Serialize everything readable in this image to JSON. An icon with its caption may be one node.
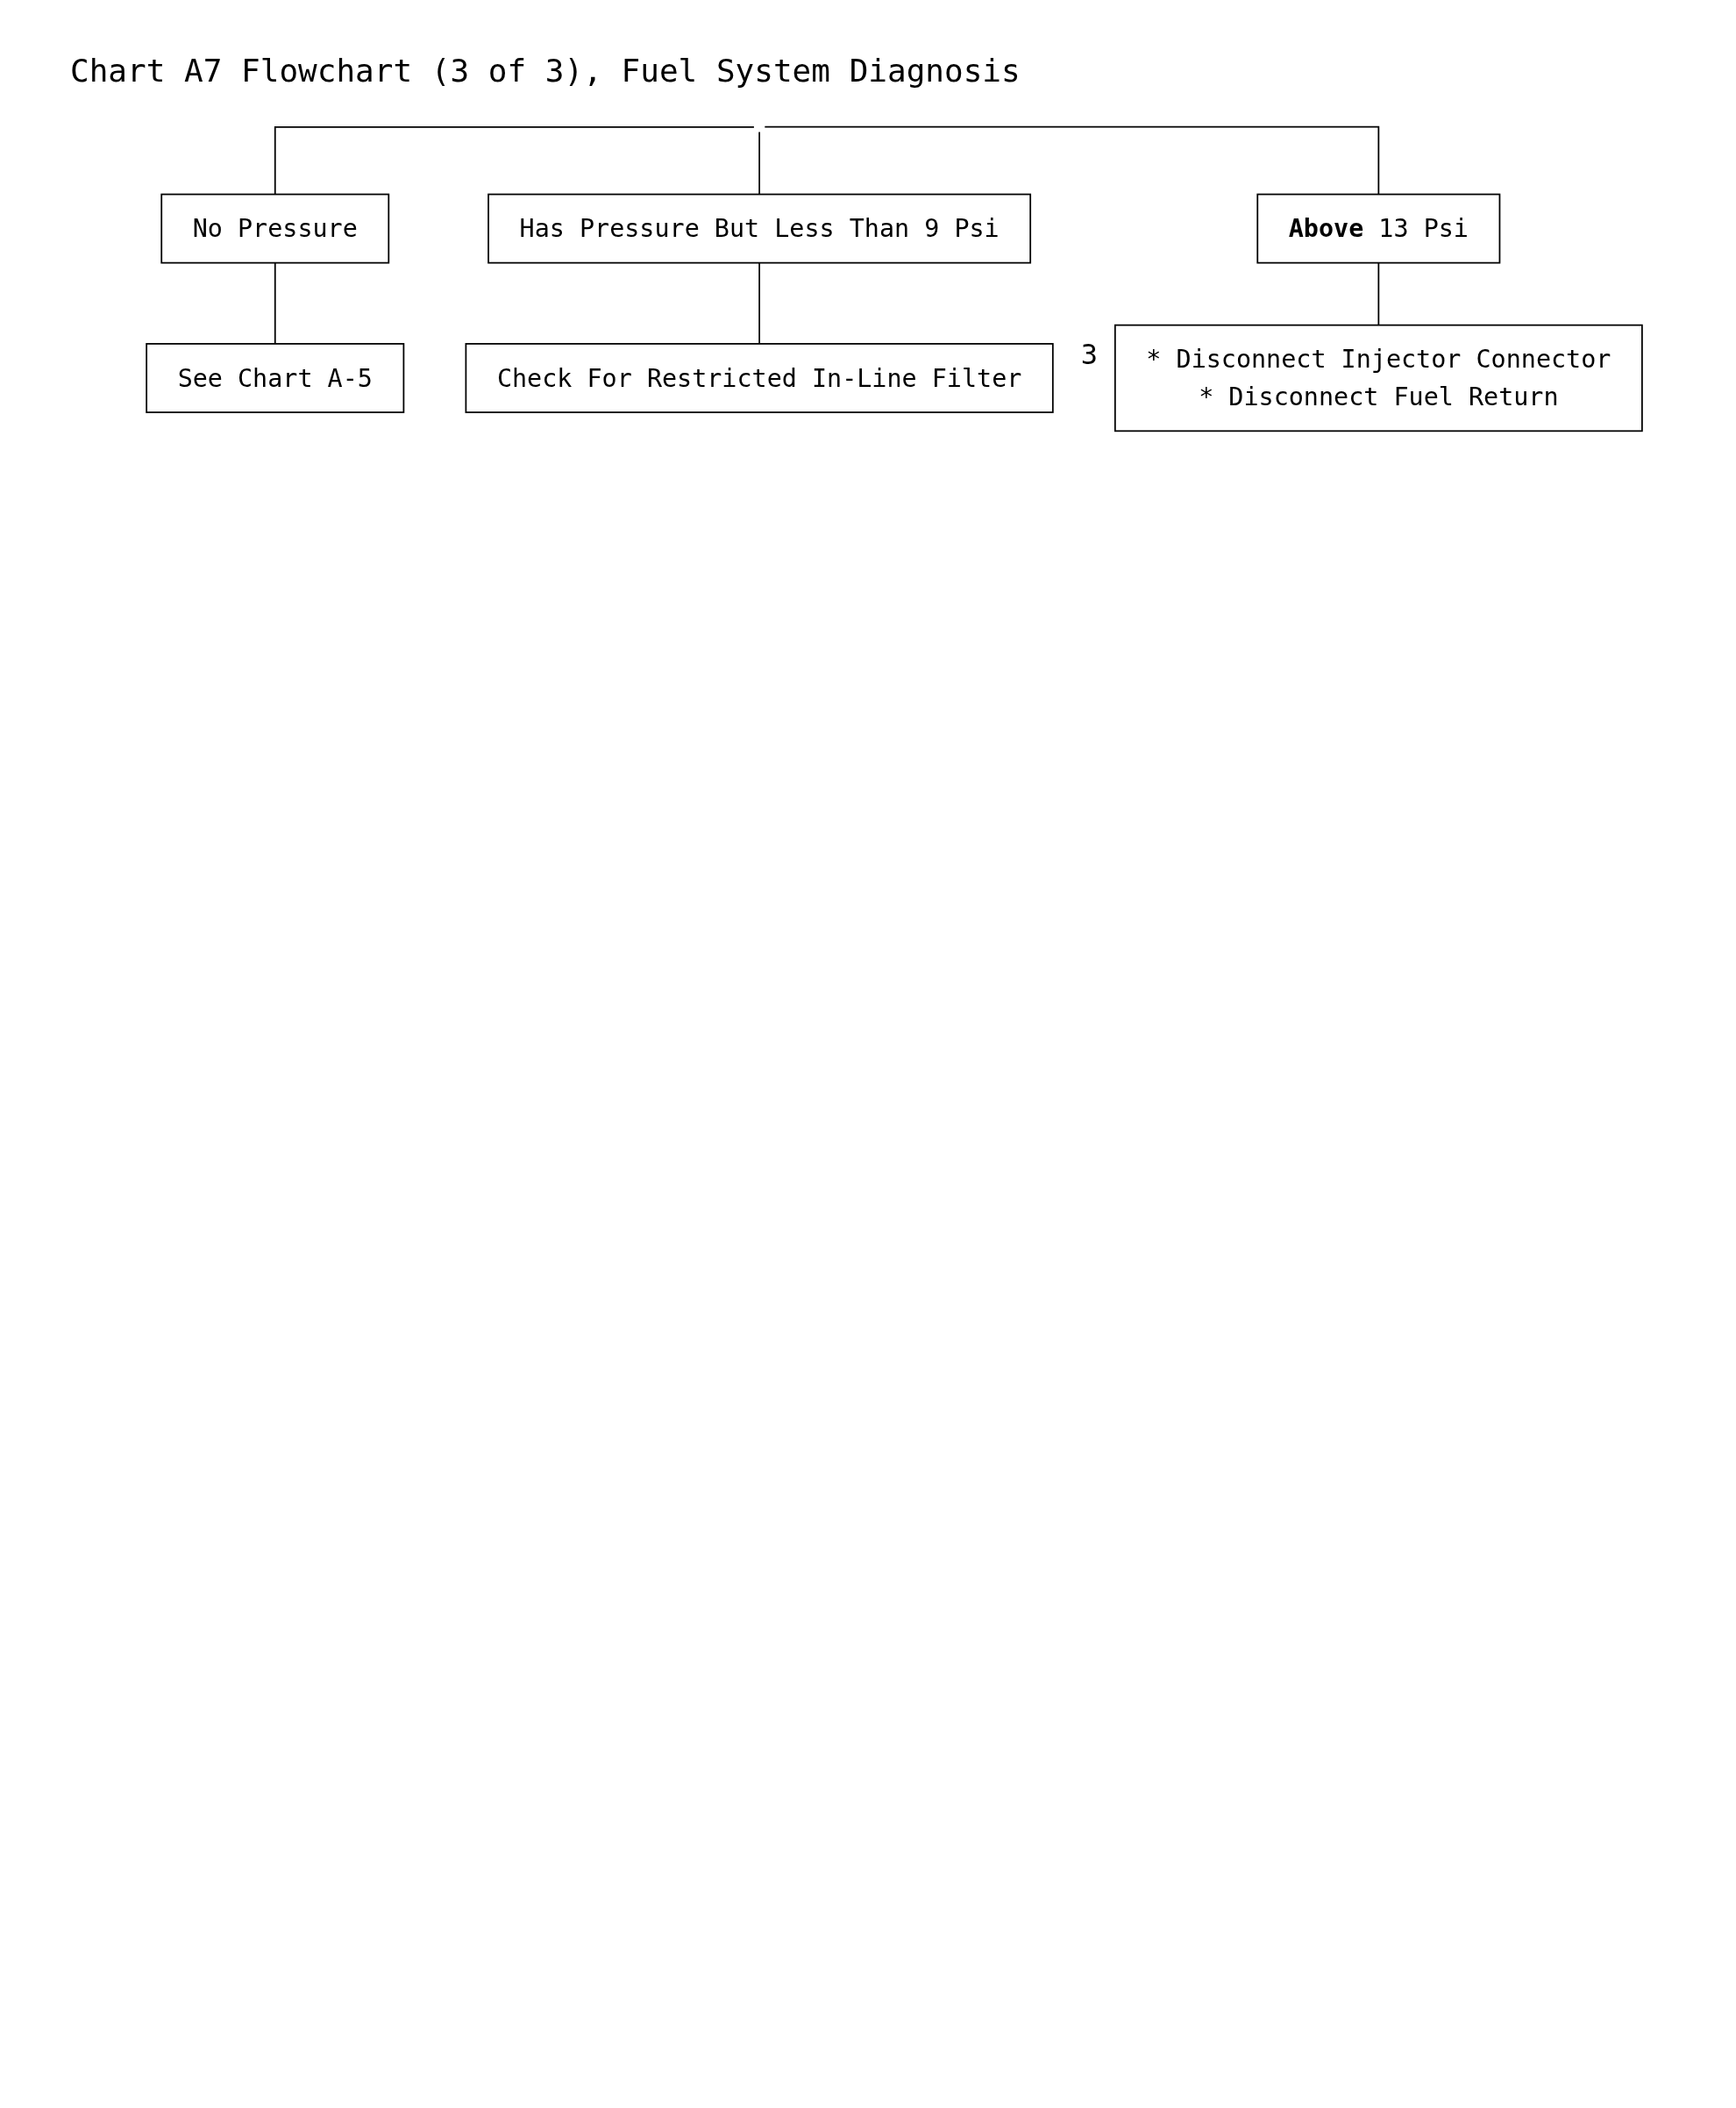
{
  "diagram": {
    "title": "Chart A7 Flowchart (3 of 3), Fuel System Diagnosis",
    "nodes": [
      {
        "text": [
          "No Pressure"
        ]
      },
      {
        "text": [
          "See Chart A-5"
        ]
      },
      {
        "text": [
          "Has Pressure But Less Than 9 Psi"
        ]
      },
      {
        "text": [
          "**Above** 13 Psi"
        ]
      },
      {
        "text": [
          "* Disconnect Injector Connector",
          "* Disconnect Fuel Return"
        ],
        "beside": [
          "3"
        ]
      },
      {
        "text": [
          "Check For Restricted In-Line Filter"
        ]
      }
    ],
    "edges": [
      {
        "from": null,
        "to": 0,
        "arrow": "none"
      },
      {
        "from": 0,
        "to": 1,
        "arrow": "none"
      },
      {
        "from": null,
        "to": 2,
        "arrow": "none"
      },
      {
        "from": null,
        "to": 3,
        "arrow": "none"
      },
      {
        "from": 3,
        "to": 4,
        "arrow": "none"
      },
      {
        "from": 2,
        "to": 5,
        "arrow": "none"
      }
    ]
  }
}
